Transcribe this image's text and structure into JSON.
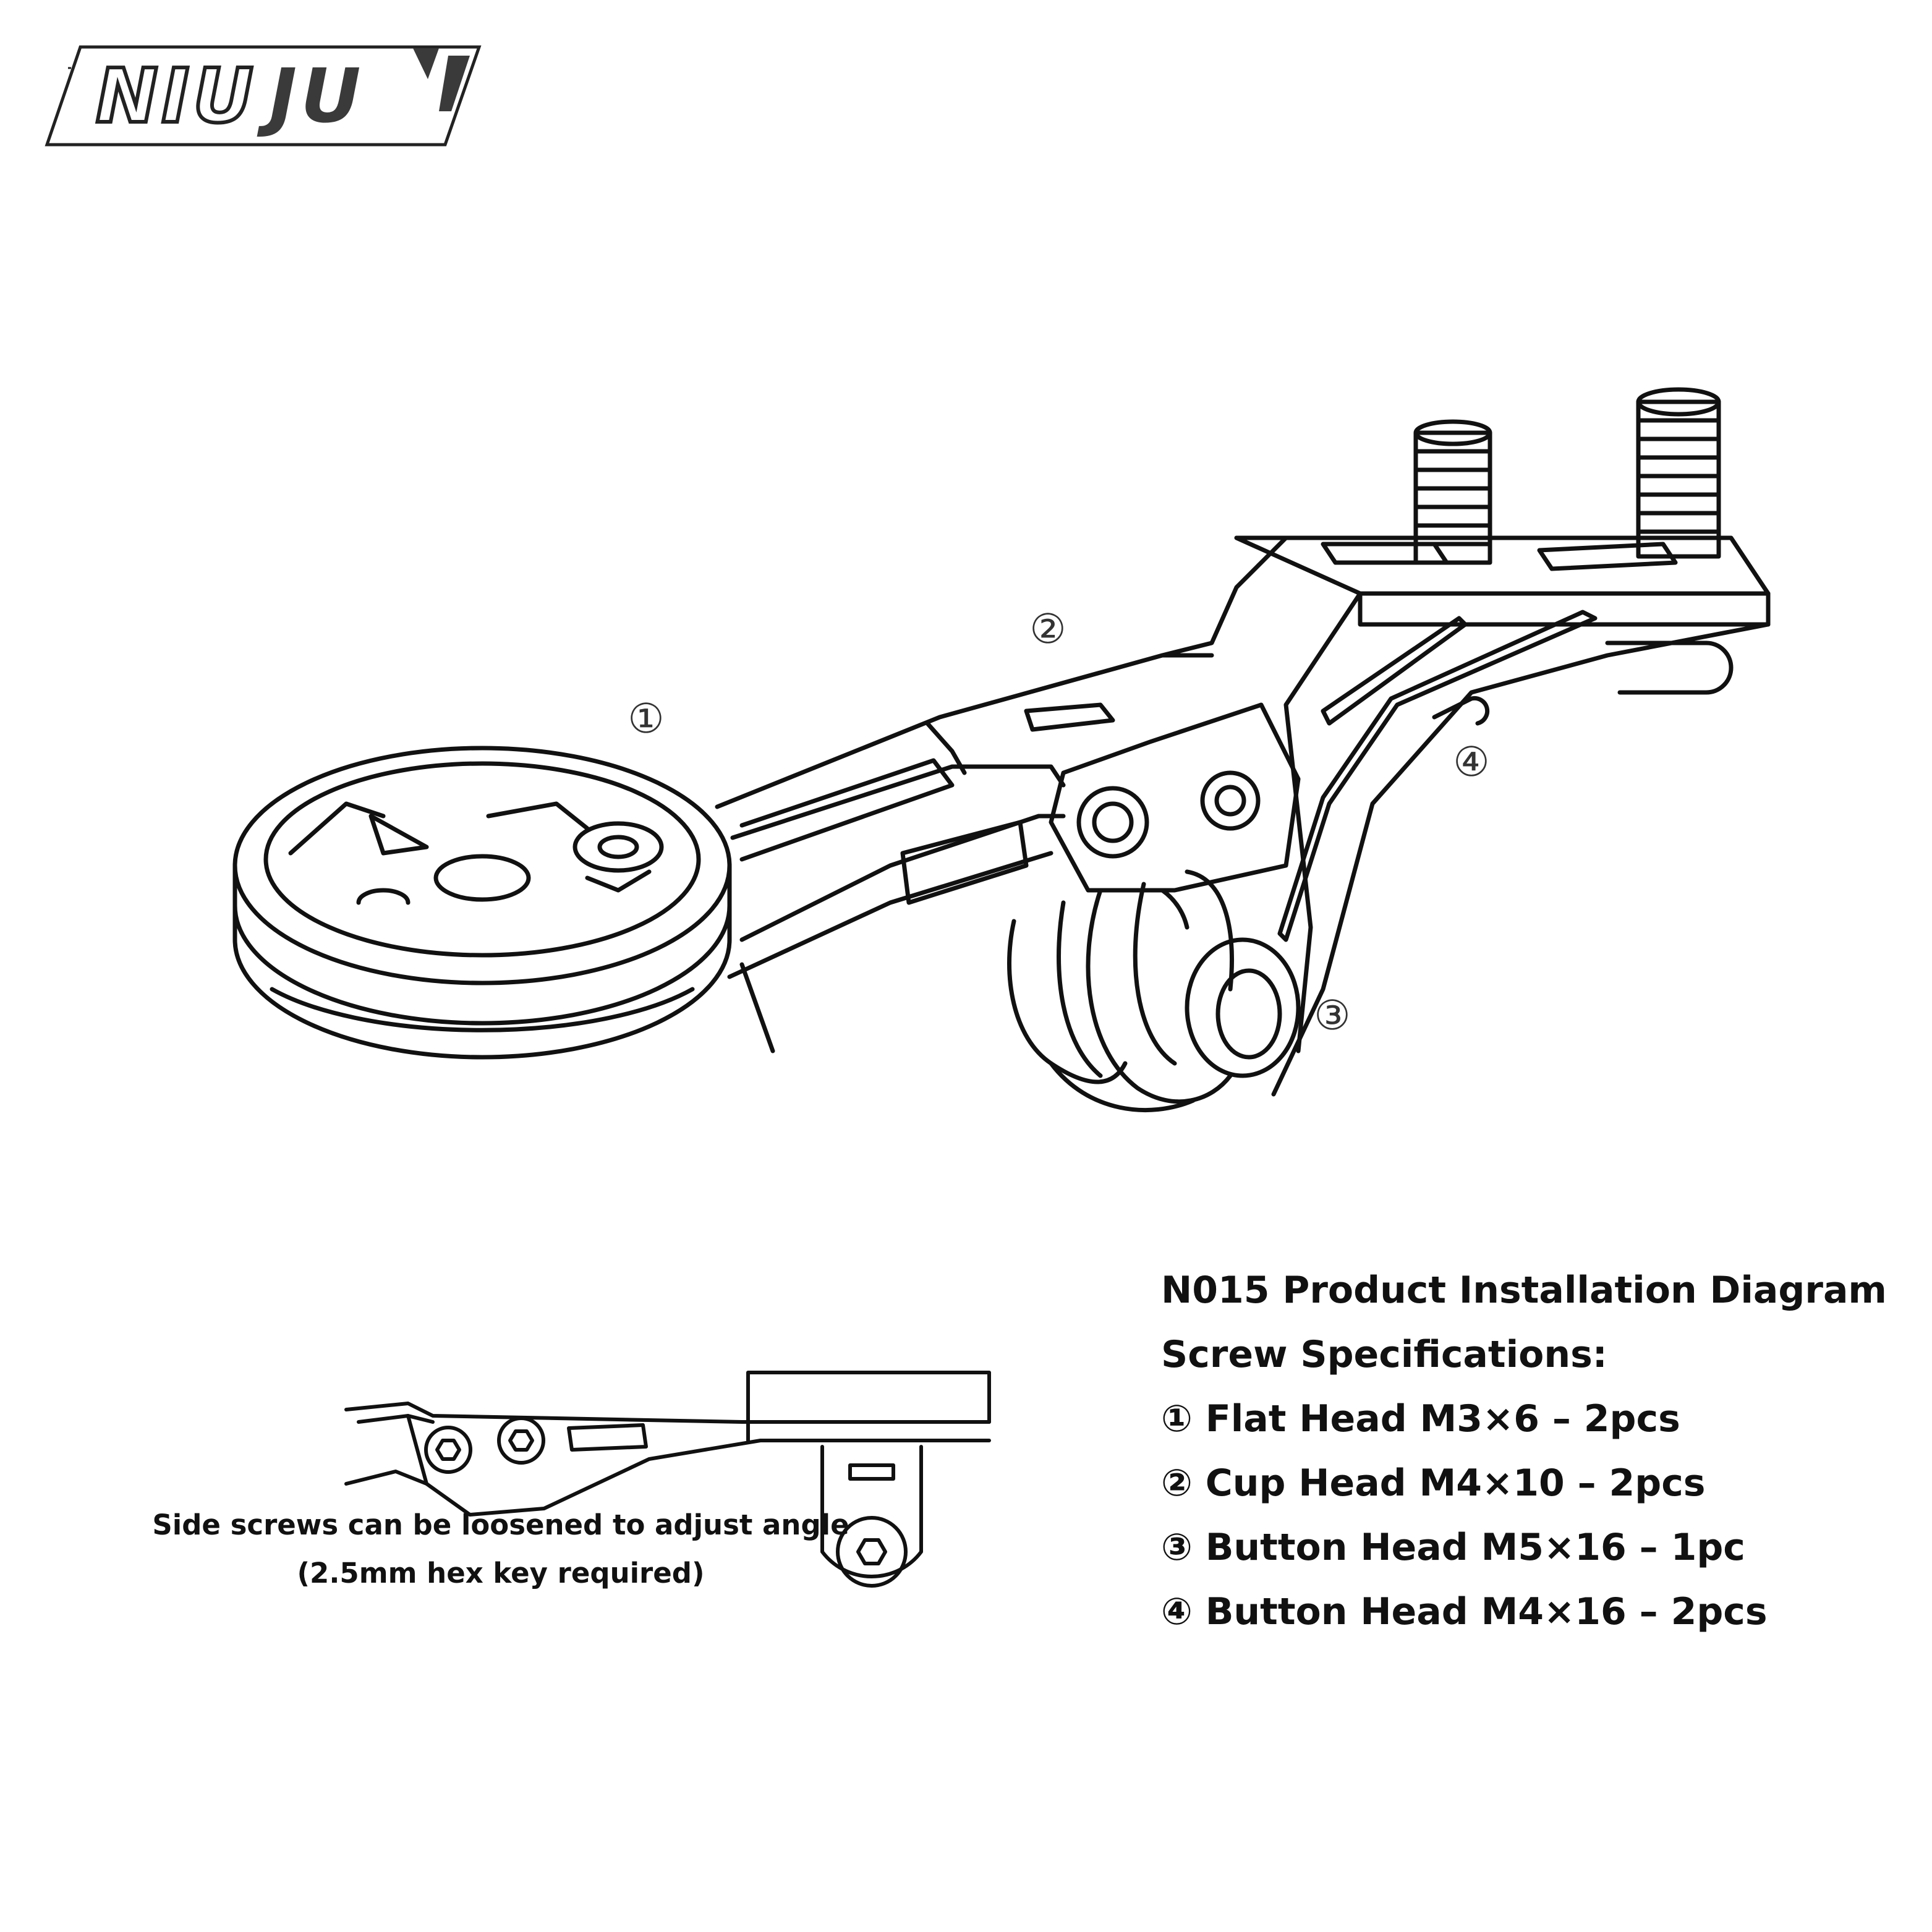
{
  "logo": {
    "part1": "NIU",
    "part2": "JU"
  },
  "callouts": [
    {
      "id": "1",
      "glyph": "①"
    },
    {
      "id": "2",
      "glyph": "②"
    },
    {
      "id": "3",
      "glyph": "③"
    },
    {
      "id": "4",
      "glyph": "④"
    }
  ],
  "side_view": {
    "caption_line1": "Side screws can be loosened to adjust angle",
    "caption_line2": "(2.5mm hex key required)"
  },
  "specs": {
    "title": "N015 Product Installation Diagram",
    "subtitle": "Screw Specifications:",
    "items": [
      {
        "glyph": "①",
        "text": "Flat Head M3×6 – 2pcs"
      },
      {
        "glyph": "②",
        "text": "Cup Head M4×10 – 2pcs"
      },
      {
        "glyph": "③",
        "text": "Button Head M5×16 – 1pc"
      },
      {
        "glyph": "④",
        "text": "Button Head M4×16 – 2pcs"
      }
    ]
  },
  "colors": {
    "line": "#111111",
    "logo_fill": "#3a3a3a",
    "background": "#ffffff"
  }
}
